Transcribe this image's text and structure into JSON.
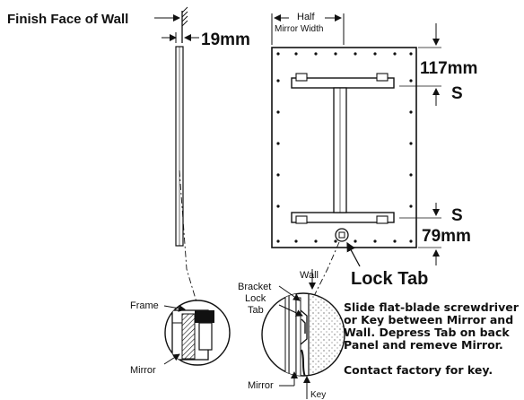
{
  "labels": {
    "finish_face": "Finish Face of Wall",
    "dim_19": "19mm",
    "half_label_1": "Half",
    "half_label_2": "Mirror Width",
    "dim_117": "117mm",
    "s_top": "S",
    "s_bottom": "S",
    "dim_79": "79mm",
    "lock_tab": "Lock Tab",
    "frame": "Frame",
    "mirror_left": "Mirror",
    "wall": "Wall",
    "bracket": "Bracket",
    "lock": "Lock",
    "tab": "Tab",
    "mirror_right": "Mirror",
    "key": "Key"
  },
  "instructions": [
    "Slide flat-blade screwdriver",
    "or Key between Mirror and",
    "Wall. Depress Tab on back",
    "Panel and remeve Mirror."
  ],
  "contact": "Contact factory for key."
}
